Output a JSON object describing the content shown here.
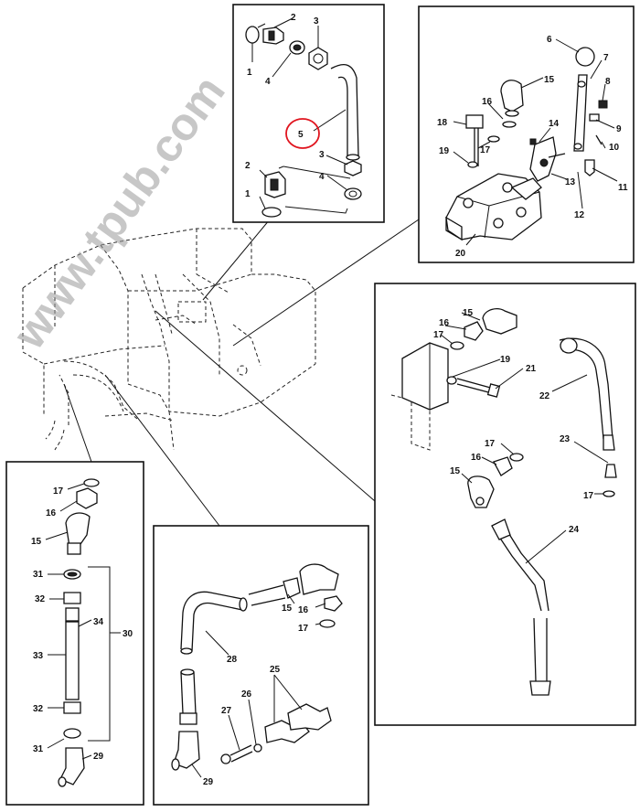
{
  "watermark": "www.tpub.com",
  "highlighted_callout": "5",
  "highlight_color": "#e0141e",
  "callouts": {
    "p1": [
      "1",
      "2",
      "3",
      "4",
      "5",
      "2",
      "1",
      "3",
      "4"
    ],
    "p2": [
      "6",
      "7",
      "8",
      "9",
      "10",
      "11",
      "12",
      "13",
      "14",
      "15",
      "16",
      "17",
      "18",
      "19",
      "20"
    ],
    "p3": [
      "15",
      "16",
      "17",
      "19",
      "21",
      "22",
      "17",
      "16",
      "15",
      "23",
      "17",
      "24"
    ],
    "p4": [
      "17",
      "16",
      "15",
      "31",
      "32",
      "34",
      "30",
      "33",
      "32",
      "31",
      "29"
    ],
    "p5": [
      "15",
      "16",
      "17",
      "28",
      "25",
      "26",
      "27",
      "29"
    ]
  }
}
